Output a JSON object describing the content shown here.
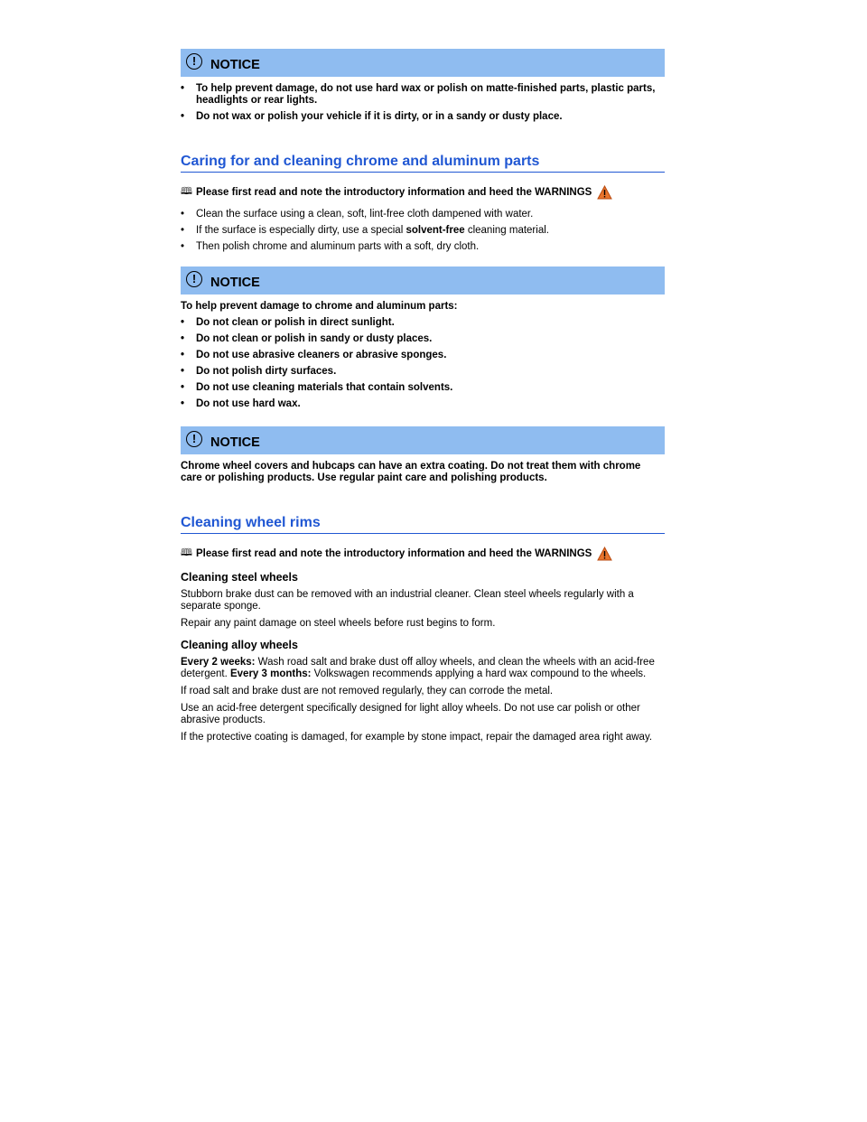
{
  "notice1": {
    "title": "NOTICE",
    "items": [
      "To help prevent damage, do not use hard wax or polish on matte-finished parts, plastic parts, headlights or rear lights.",
      "Do not wax or polish your vehicle if it is dirty, or in a sandy or dusty place."
    ]
  },
  "chrome_section": {
    "heading": "Caring for and cleaning chrome and aluminum parts",
    "intro": "Please first read and note the introductory information and heed the WARNINGS",
    "item1": "Clean the surface using a clean, soft, lint-free cloth dampened with water.",
    "item2_pre": "If the surface is especially dirty, use a special ",
    "item2_bold": "solvent-free",
    "item2_post": " cleaning material.",
    "item3": "Then polish chrome and aluminum parts with a soft, dry cloth."
  },
  "notice2": {
    "title": "NOTICE",
    "intro": "To help prevent damage to chrome and aluminum parts:",
    "items": [
      "Do not clean or polish in direct sunlight.",
      "Do not clean or polish in sandy or dusty places.",
      "Do not use abrasive cleaners or abrasive sponges.",
      "Do not polish dirty surfaces.",
      "Do not use cleaning materials that contain solvents.",
      "Do not use hard wax."
    ]
  },
  "notice3": {
    "title": "NOTICE",
    "text": "Chrome wheel covers and hubcaps can have an extra coating. Do not treat them with chrome care or polishing products. Use regular paint care and polishing products."
  },
  "wheel_section": {
    "heading": "Cleaning wheel rims",
    "intro": "Please first read and note the introductory information and heed the WARNINGS",
    "steel_heading": "Cleaning steel wheels",
    "steel_p1": "Stubborn brake dust can be removed with an industrial cleaner. Clean steel wheels regularly with a separate sponge.",
    "steel_p2": "Repair any paint damage on steel wheels before rust begins to form.",
    "alloy_heading": "Cleaning alloy wheels",
    "alloy_p1_bold1": "Every 2 weeks:",
    "alloy_p1_text1": " Wash road salt and brake dust off alloy wheels, and clean the wheels with an acid-free detergent. ",
    "alloy_p1_bold2": "Every 3 months:",
    "alloy_p1_text2": " Volkswagen recommends applying a hard wax compound to the wheels.",
    "alloy_p2": "If road salt and brake dust are not removed regularly, they can corrode the metal.",
    "alloy_p3": "Use an acid-free detergent specifically designed for light alloy wheels. Do not use car polish or other abrasive products.",
    "alloy_p4": "If the protective coating is damaged, for example by stone impact, repair the damaged area right away."
  },
  "colors": {
    "notice_bg": "#8fbcf0",
    "heading": "#2057d3",
    "warning_fill": "#e8742c"
  },
  "icons": {
    "notice": "exclamation-circle-icon",
    "book": "book-icon",
    "warning": "warning-triangle-icon",
    "bullet": "•"
  }
}
